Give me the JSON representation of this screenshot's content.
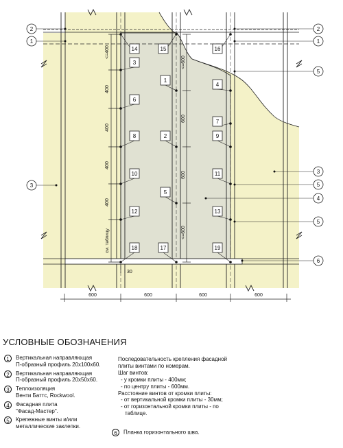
{
  "panels": [
    "1",
    "2",
    "3",
    "4",
    "5",
    "6",
    "7",
    "8",
    "9",
    "10",
    "11",
    "12",
    "13",
    "14",
    "15",
    "16",
    "17",
    "18",
    "19"
  ],
  "callouts": [
    "1",
    "2",
    "3",
    "4",
    "5",
    "6"
  ],
  "dimensions": {
    "bottom": [
      "600",
      "600",
      "600",
      "600"
    ],
    "left_spacing": [
      "<=400",
      "400",
      "400",
      "400",
      "400"
    ],
    "left_vertical_label": "см. таблицу",
    "middle_spacing": [
      "<=600",
      "600",
      "600",
      "<=600"
    ],
    "edge_offset": "30"
  },
  "legend": {
    "title": "УСЛОВНЫЕ ОБОЗНАЧЕНИЯ",
    "items": [
      {
        "num": "1",
        "lines": [
          "Вертикальная направляющая",
          "П-образный профиль 20x100x60."
        ]
      },
      {
        "num": "2",
        "lines": [
          "Вертикальная направляющая",
          "П-образный профиль 20x50x60."
        ]
      },
      {
        "num": "3",
        "lines": [
          "Теплоизоляция",
          "Венти Баттс, Rockwool."
        ]
      },
      {
        "num": "4",
        "lines": [
          "Фасадная плита",
          "\"Фасад-Мастер\"."
        ]
      },
      {
        "num": "5",
        "lines": [
          "Крепежные винты и/или",
          "металлические заклепки."
        ]
      }
    ],
    "notes": [
      "Последовательность крепления фасадной",
      "плиты винтами по номерам.",
      "Шаг винтов:",
      "- у кромки плиты - 400мм;",
      "- по центру плиты - 600мм.",
      "Расстояние винтов от кромки плиты:",
      "- от вертикальной кромки плиты - 30мм;",
      "- от горизонтальной кромки плиты - по",
      "таблице."
    ],
    "seam": {
      "num": "6",
      "label": "Планка горизонтального шва."
    }
  },
  "colors": {
    "insulation": "#f4f2c8",
    "panel": "#e0e1d2",
    "line": "#111111"
  }
}
